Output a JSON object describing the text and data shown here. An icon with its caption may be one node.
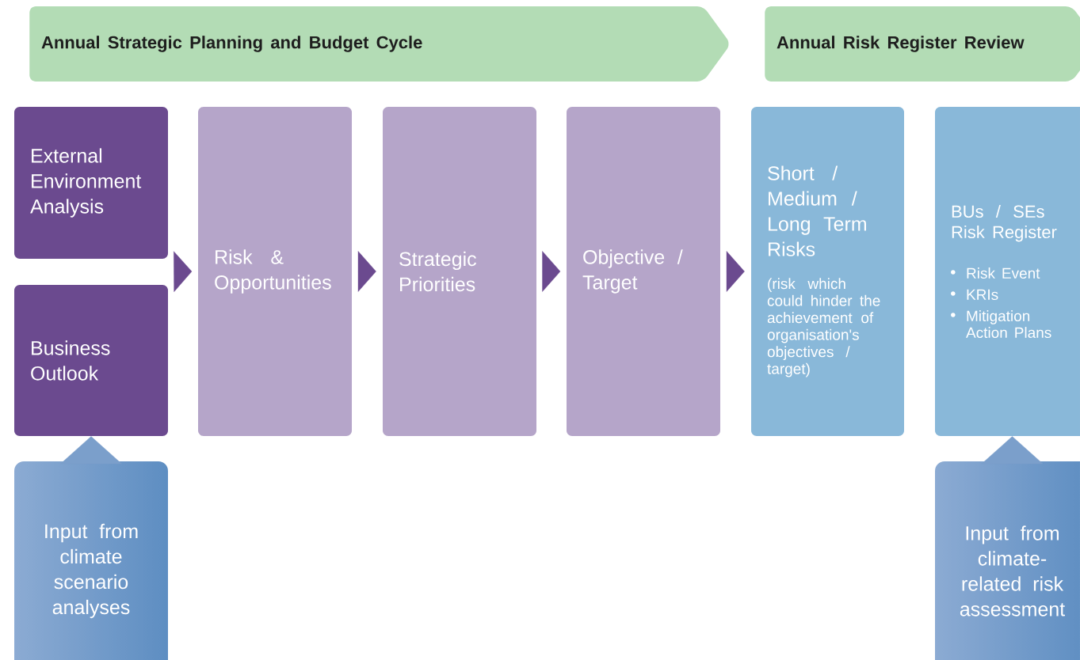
{
  "diagram": {
    "nodes": [
      {
        "text": [
          "Annual Strategic Planning and Budget Cycle"
        ]
      },
      {
        "text": [
          "Annual Risk Register Review"
        ]
      },
      {
        "text": [
          "External Environment Analysis"
        ]
      },
      {
        "text": [
          "Business Outlook"
        ]
      },
      {
        "text": [
          "Risk & Opportunities"
        ]
      },
      {
        "text": [
          "Strategic Priorities"
        ]
      },
      {
        "text": [
          "Objective / Target"
        ]
      },
      {
        "text": [
          "Short / Medium / Long Term Risks",
          "(risk which could hinder the achievement of organisation's objectives / target)"
        ]
      },
      {
        "text": [
          "BUs / SEs Risk Register",
          "Risk Event",
          "KRIs",
          "Mitigation Action Plans"
        ]
      },
      {
        "text": [
          "Input from climate scenario analyses"
        ]
      },
      {
        "text": [
          "Input from climate-related risk assessment"
        ]
      }
    ],
    "edges": [
      {
        "from": 2,
        "to": 4,
        "arrow": "to"
      },
      {
        "from": 3,
        "to": 4,
        "arrow": "to"
      },
      {
        "from": 4,
        "to": 5,
        "arrow": "to"
      },
      {
        "from": 5,
        "to": 6,
        "arrow": "to"
      },
      {
        "from": 6,
        "to": 7,
        "arrow": "to"
      },
      {
        "from": 9,
        "to": 3,
        "arrow": "to"
      },
      {
        "from": 10,
        "to": 8,
        "arrow": "to"
      }
    ]
  }
}
